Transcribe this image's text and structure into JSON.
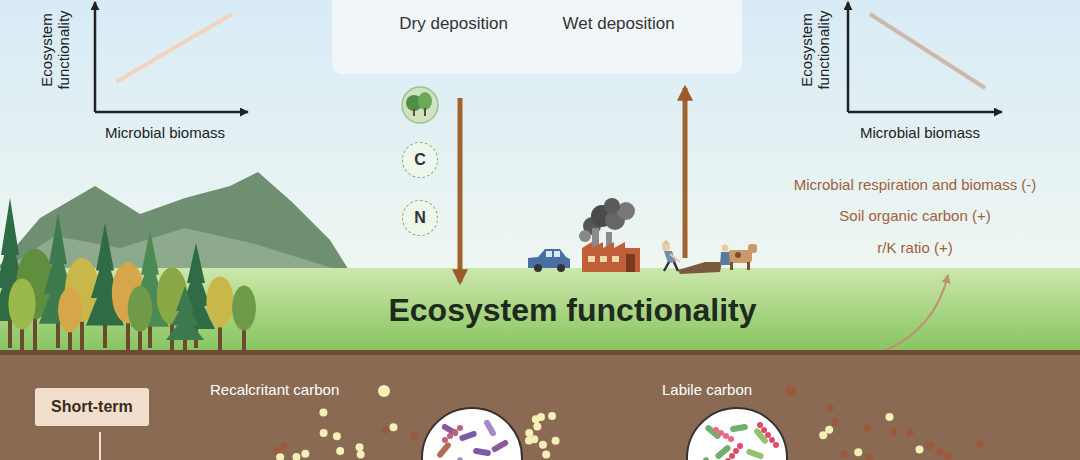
{
  "diagram": {
    "nodes": [
      {
        "text": [
          "Dry deposition",
          "Wet deposition"
        ]
      },
      {
        "text": [
          "C"
        ]
      },
      {
        "text": [
          "N"
        ]
      },
      {
        "text": [
          "Ecosystem functionality"
        ]
      },
      {
        "text": [
          "Short-term"
        ]
      }
    ],
    "edges": [
      {
        "from": 0,
        "to": 3,
        "arrow": "to"
      },
      {
        "from": 3,
        "to": 0,
        "arrow": "to"
      }
    ],
    "labels": [
      "Ecosystem functionality",
      "Microbial biomass",
      "Ecosystem functionality",
      "Microbial biomass",
      "Microbial respiration and biomass (-)",
      "Soil organic carbon (+)",
      "r/K ratio (+)",
      "Recalcritant carbon",
      "Labile carbon"
    ]
  }
}
